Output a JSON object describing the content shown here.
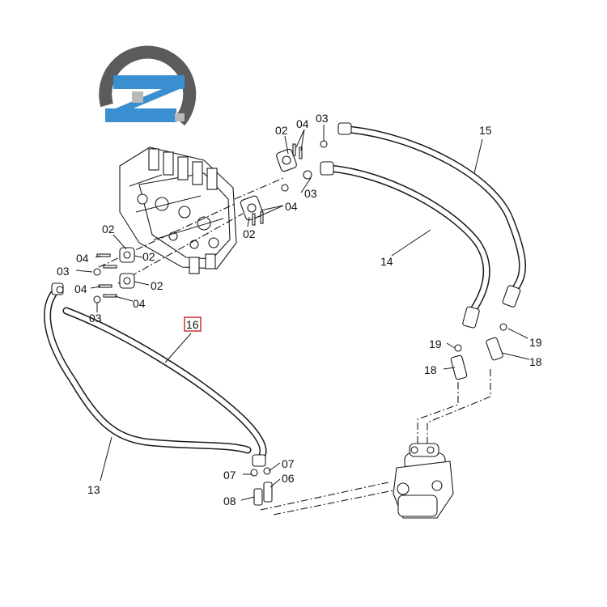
{
  "logo": {
    "colors": {
      "ring": "#5b5b5b",
      "band": "#3a8fd1",
      "accent": "#b9b9b9"
    }
  },
  "labels": {
    "p02_top": "02",
    "p04_top": "04",
    "p03_top": "03",
    "p03_mid": "03",
    "p04_mid": "04",
    "p02_mid": "02",
    "p02_left": "02",
    "p04_left": "04",
    "p02_left2": "02",
    "p03_left": "03",
    "p04_left2": "04",
    "p02_left3": "02",
    "p03_left2": "03",
    "p04_left3": "04",
    "p15": "15",
    "p14": "14",
    "p16": "16",
    "p19_left": "19",
    "p19_right": "19",
    "p18_left": "18",
    "p18_right": "18",
    "p13": "13",
    "p07_left": "07",
    "p07_right": "07",
    "p06": "06",
    "p08": "08"
  },
  "highlight": {
    "color": "#cc2222"
  }
}
